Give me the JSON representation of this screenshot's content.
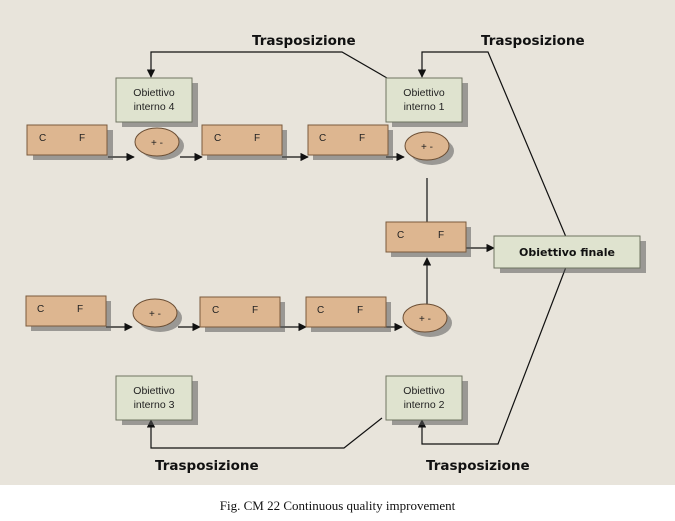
{
  "diagram": {
    "cf": {
      "c": "C",
      "f": "F"
    },
    "operator": "+ -",
    "objectives": {
      "interno_4": [
        "Obiettivo",
        "interno 4"
      ],
      "interno_1": [
        "Obiettivo",
        "interno 1"
      ],
      "interno_3": [
        "Obiettivo",
        "interno 3"
      ],
      "interno_2": [
        "Obiettivo",
        "interno 2"
      ]
    },
    "final": "Obiettivo finale",
    "transposition": "Trasposizione"
  },
  "caption": "Fig. CM 22 Continuous quality improvement"
}
